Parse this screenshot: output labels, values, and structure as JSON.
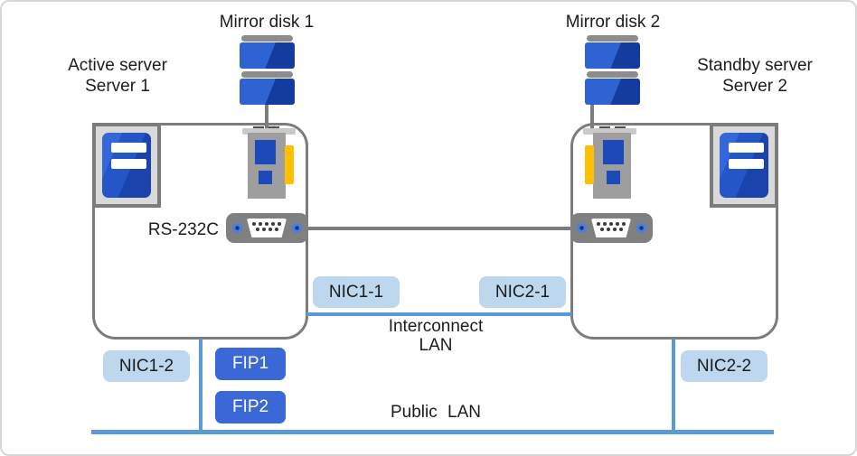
{
  "servers": [
    {
      "role_label": "Active server",
      "name_label": "Server 1"
    },
    {
      "role_label": "Standby server",
      "name_label": "Server 2"
    }
  ],
  "mirror_disks": [
    {
      "label": "Mirror disk 1"
    },
    {
      "label": "Mirror disk 2"
    }
  ],
  "serial": {
    "label": "RS-232C"
  },
  "interconnect": {
    "label_line1": "Interconnect",
    "label_line2": "LAN"
  },
  "public_lan": {
    "label": "Public LAN"
  },
  "nics": [
    {
      "label": "NIC1-1"
    },
    {
      "label": "NIC2-1"
    },
    {
      "label": "NIC1-2"
    },
    {
      "label": "NIC2-2"
    }
  ],
  "fips": [
    {
      "label": "FIP1"
    },
    {
      "label": "FIP2"
    }
  ],
  "icons": {
    "mirror_disk": "stacked-disk-shape",
    "server_tower": "tower-with-two-slots-shape",
    "disk_controller": "pci-card-shape",
    "serial_port": "d-sub-9-connector-shape"
  },
  "colors": {
    "disk_blue_light": "#2E63D1",
    "disk_blue_dark": "#143C9F",
    "tower_blue": "#2456C8",
    "chip_blue": "#1E49B8",
    "nic_fill": "#BDD7EE",
    "fip_fill": "#3A68D6",
    "lan_line_blue": "#5B9BD5",
    "gray_border": "#7C7C7C",
    "card_gray": "#9E9E9E",
    "gold_tab": "#FFC000",
    "canvas_border": "#D6D6D6"
  }
}
